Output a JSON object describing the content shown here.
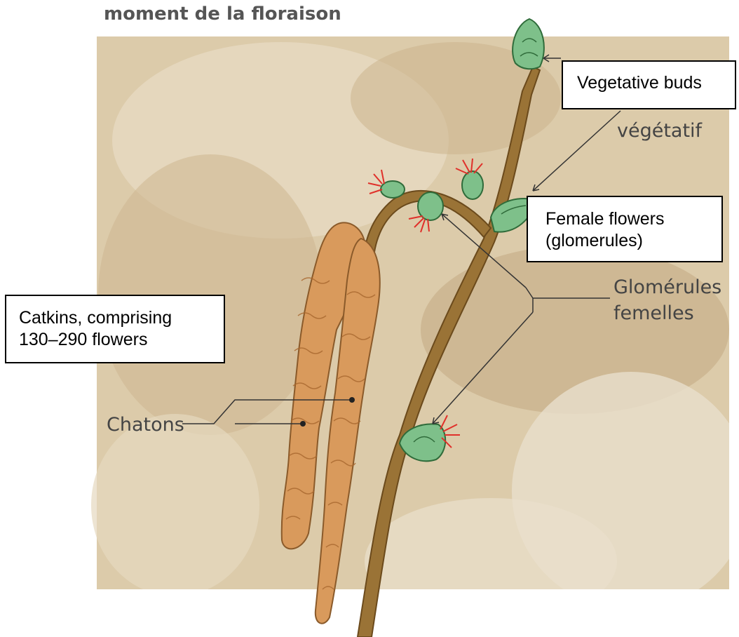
{
  "header": {
    "text": "moment de la floraison"
  },
  "french_labels": {
    "vegetatif": "végétatif",
    "glomerules_line1": "Glomérules",
    "glomerules_line2": "femelles",
    "chatons": "Chatons"
  },
  "boxes": {
    "vegetative": {
      "line1": "Vegetative buds"
    },
    "female": {
      "line1": "Female flowers",
      "line2": "(glomerules)"
    },
    "catkins": {
      "line1": "Catkins, comprising",
      "line2": "130–290 flowers"
    }
  },
  "colors": {
    "background_paper": "#d9c7a8",
    "branch": "#9a7336",
    "branch_dark": "#6b4a1c",
    "catkin": "#d99a5c",
    "catkin_outline": "#8a5a2a",
    "bud_green": "#7ec08a",
    "bud_outline": "#2f6b3a",
    "stigma_red": "#e0302a"
  }
}
